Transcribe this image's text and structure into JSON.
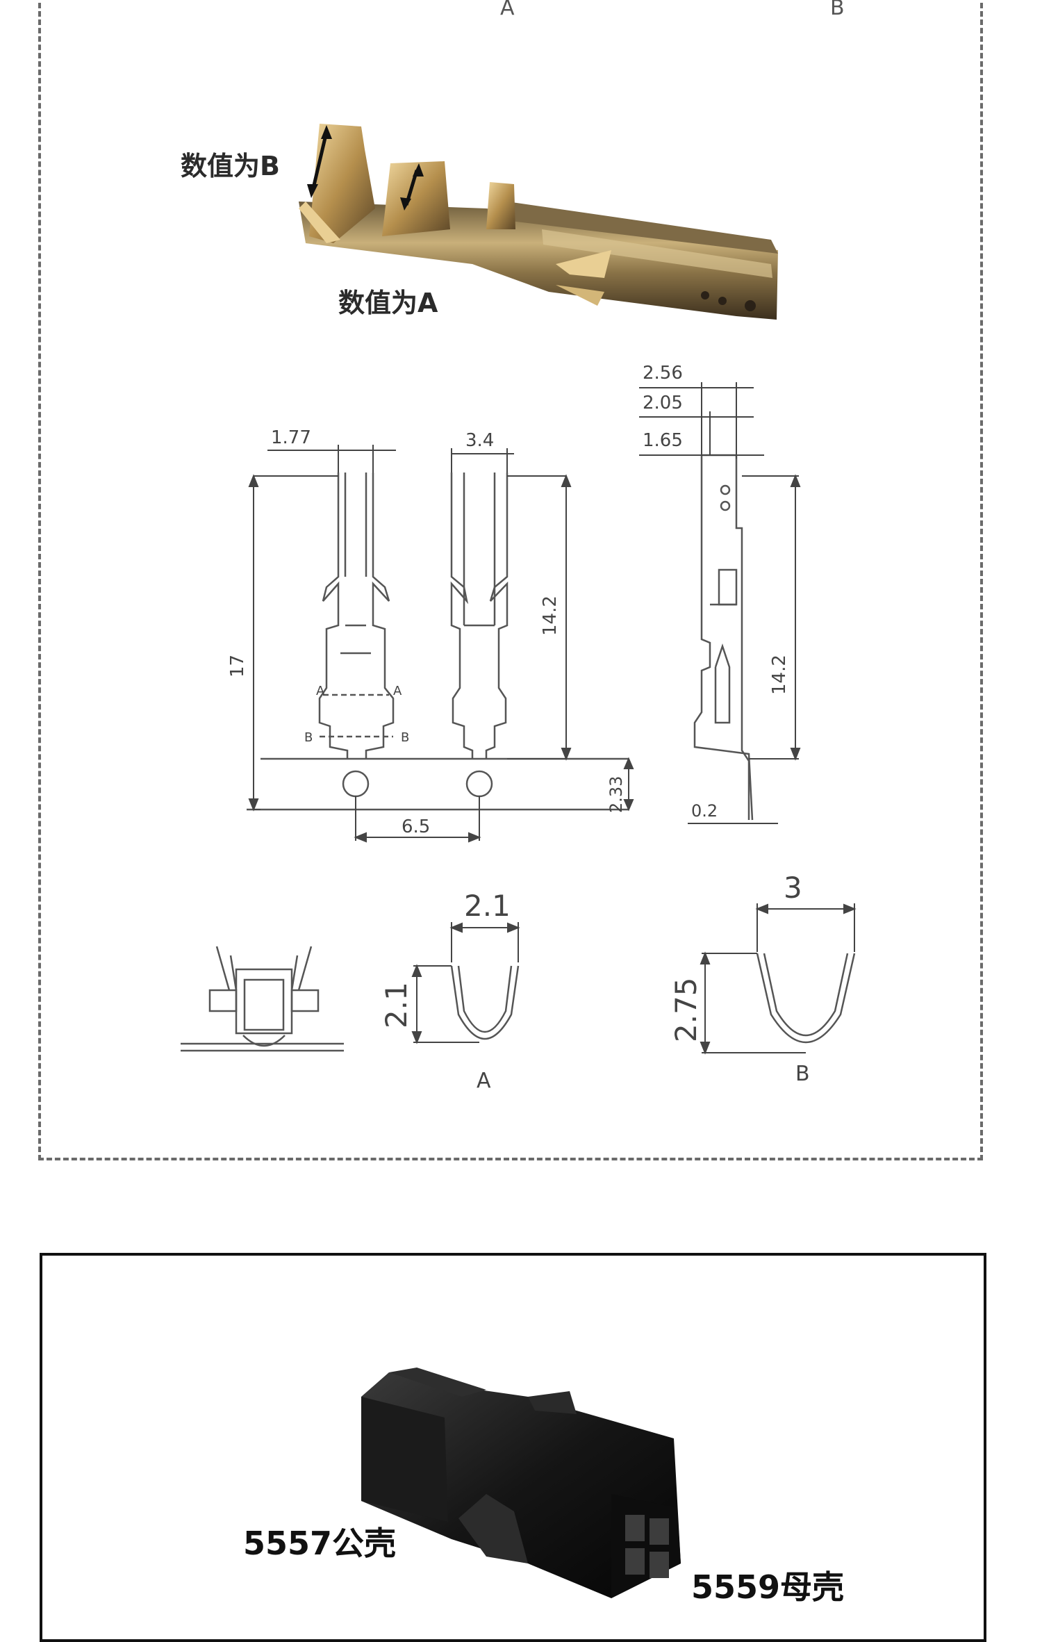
{
  "top_edge_letters": {
    "left": "A",
    "right": "B"
  },
  "terminal_photo": {
    "label_b": "数值为B",
    "label_a": "数值为A"
  },
  "front_view": {
    "width_top": "1.77",
    "total_length": "17",
    "marker_a_left": "A",
    "marker_a_right": "A",
    "marker_b_left": "B",
    "marker_b_right": "B",
    "pitch": "6.5"
  },
  "rear_view": {
    "width_top": "3.4",
    "length": "14.2",
    "carrier_offset": "2.33"
  },
  "side_view": {
    "dim_1": "2.56",
    "dim_2": "2.05",
    "dim_3": "1.65",
    "length": "14.2",
    "thickness": "0.2"
  },
  "section_a": {
    "width": "2.1",
    "height": "2.1",
    "label": "A"
  },
  "section_b": {
    "width": "3",
    "height": "2.75",
    "label": "B"
  },
  "housing_photo": {
    "label_male": "5557公壳",
    "label_female": "5559母壳"
  }
}
